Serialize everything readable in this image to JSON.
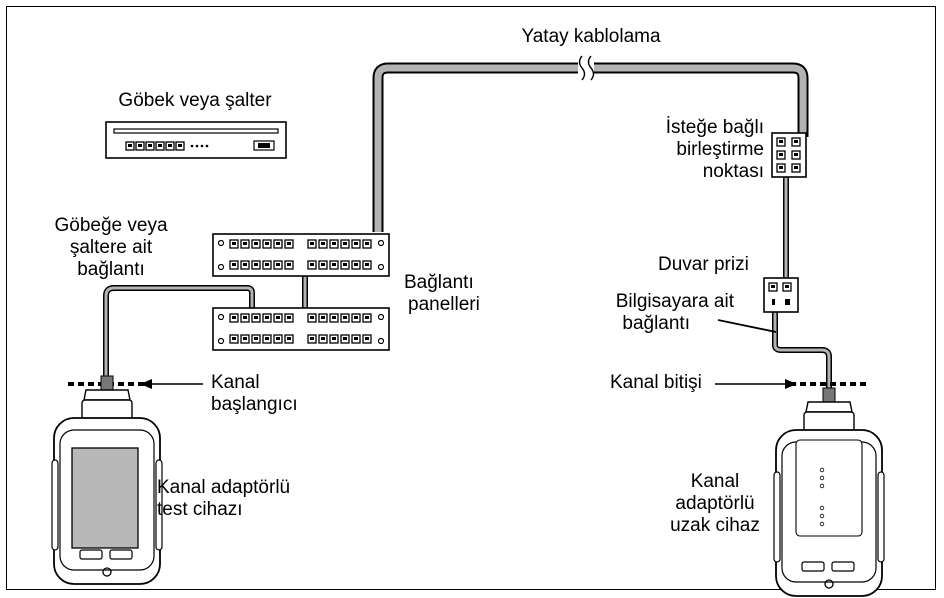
{
  "labels": {
    "horizontal_cabling": "Yatay kablolama",
    "hub_or_switch": "Göbek veya şalter",
    "hub_connection": [
      "Göbeğe veya",
      "şaltere ait",
      "bağlantı"
    ],
    "patch_panels": [
      "Bağlantı",
      "panelleri"
    ],
    "consolidation_point": [
      "İsteğe bağlı",
      "birleştirme",
      "noktası"
    ],
    "wall_outlet": "Duvar prizi",
    "pc_connection": [
      "Bilgisayara ait",
      "bağlantı"
    ],
    "channel_start": [
      "Kanal",
      "başlangıcı"
    ],
    "channel_end": "Kanal bitişi",
    "tester": [
      "Kanal adaptörlü",
      "test cihazı"
    ],
    "remote": [
      "Kanal",
      "adaptörlü",
      "uzak cihaz"
    ]
  },
  "colors": {
    "cable_outer": "#000000",
    "cable_fill": "#b3b3b3",
    "device_body": "#ffffff",
    "device_screen": "#b8b8b8",
    "line": "#000000"
  },
  "icons": [
    "hub-switch-icon",
    "patch-panel-icon",
    "consolidation-point-icon",
    "wall-outlet-icon",
    "tester-icon",
    "remote-unit-icon"
  ]
}
